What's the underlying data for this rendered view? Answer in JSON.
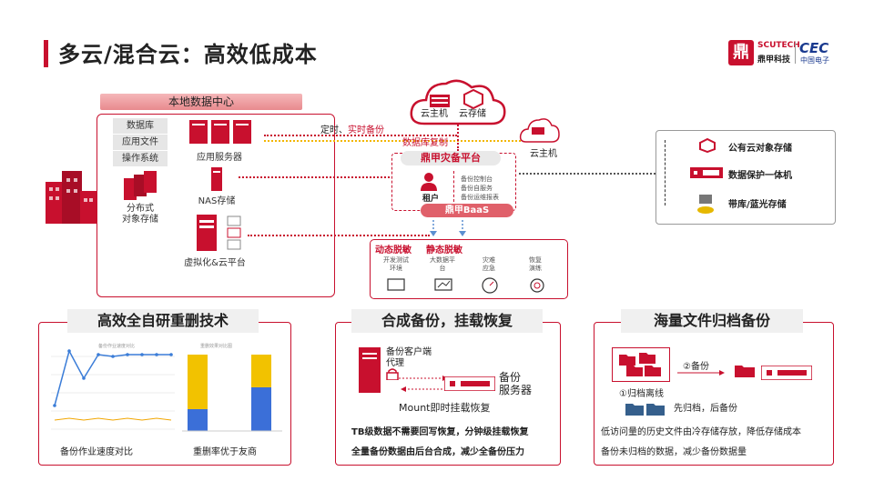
{
  "header": {
    "title": "多云/混合云：高效低成本",
    "logo_scutech": "SCUTECH",
    "logo_cn": "鼎甲科技",
    "logo_cec": "CEC",
    "logo_cec_cn": "中国电子"
  },
  "local_dc": {
    "title": "本地数据中心",
    "data_types": [
      "数据库",
      "应用文件",
      "操作系统"
    ],
    "app_server": "应用服务器",
    "nas": "NAS存储",
    "object_storage": "分布式\n对象存储",
    "virtualization": "虚拟化&云平台"
  },
  "flows": {
    "backup_label_a": "定时、",
    "backup_label_b": "实时备份",
    "replication": "数据库复制"
  },
  "cloud": {
    "cloud_host": "云主机",
    "cloud_storage": "云存储",
    "cloud_host_right": "云主机"
  },
  "platform": {
    "title": "鼎甲灾备平台",
    "tenant": "租户",
    "items": [
      "备份控制台",
      "备份自服务",
      "备份运维报表"
    ],
    "baas": "鼎甲BaaS"
  },
  "right_panel": {
    "items": [
      "公有云对象存储",
      "数据保护一体机",
      "带库/蓝光存储"
    ]
  },
  "scenarios": {
    "tag1": "动态脱敏",
    "tag2": "静态脱敏",
    "cols": [
      "开发测试\n环境",
      "大数据平\n台",
      "灾难\n应急",
      "恢复\n演练"
    ]
  },
  "panel_dedup": {
    "title": "高效全自研重删技术",
    "cap_left": "备份作业速度对比",
    "cap_right": "重删率优于友商",
    "mini_title_left": "备份作业速度对比",
    "mini_title_right": "重删效果对比图"
  },
  "panel_synth": {
    "title": "合成备份，挂载恢复",
    "agent": "备份客户端\n代理",
    "server": "备份\n服务器",
    "mount": "Mount即时挂载恢复",
    "line1": "TB级数据不需要回写恢复，分钟级挂载恢复",
    "line2": "全量备份数据由后台合成，减少全备份压力"
  },
  "panel_archive": {
    "title": "海量文件归档备份",
    "step1": "①归档离线",
    "step2": "②备份",
    "first_archive": "先归档，后备份",
    "line1": "低访问量的历史文件由冷存储存放，降低存储成本",
    "line2": "备份未归档的数据，减少备份数据量"
  },
  "colors": {
    "brand_red": "#c8102e",
    "accent_yellow": "#f2b600",
    "navy": "#1a3a8f"
  }
}
